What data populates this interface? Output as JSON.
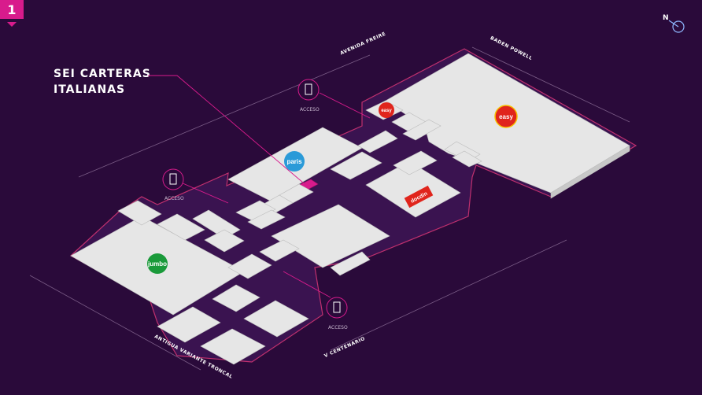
{
  "floor": {
    "number": "1"
  },
  "callout": {
    "line1": "SEI CARTERAS",
    "line2": "ITALIANAS"
  },
  "compass": {
    "label": "N"
  },
  "streets": {
    "top": "AVENIDA FREIRE",
    "right_top": "BADEN POWELL",
    "bottom_left": "ANTIGUA VARIANTE TRONCAL",
    "bottom_right": "V CENTENARIO"
  },
  "entrances": {
    "top": "ACCESO",
    "left": "ACCESO",
    "bottom": "ACCESO"
  },
  "stores": {
    "anchor_left": "jumbo",
    "anchor_center": "paris",
    "anchor_right": "easy",
    "small_red": "easy",
    "anchor_dental": "docdin"
  },
  "colors": {
    "background": "#2a0a3a",
    "accent": "#d81b8c",
    "building": "#e6e6e6",
    "outline": "#c0306e",
    "jumbo": "#1a9a3a",
    "paris": "#2a9ad8",
    "easy": "#e0251c"
  }
}
